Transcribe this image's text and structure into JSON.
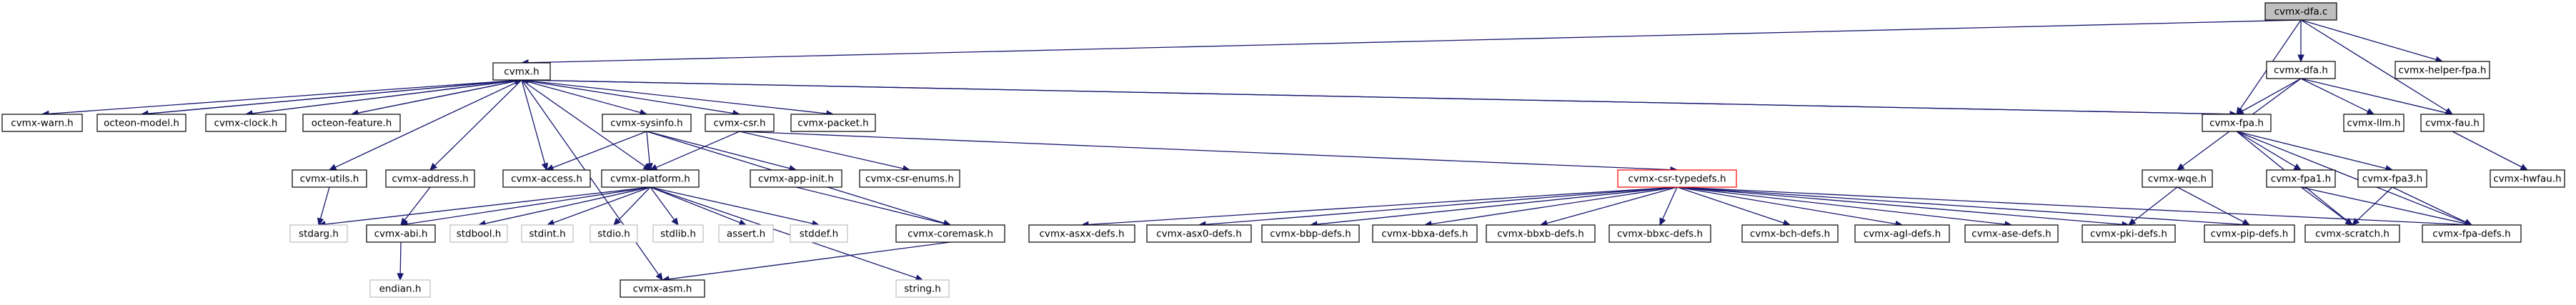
{
  "graph": {
    "nodes": {
      "dfa_c": "cvmx-dfa.c",
      "cvmx_h": "cvmx.h",
      "dfa_h": "cvmx-dfa.h",
      "helper_fpa": "cvmx-helper-fpa.h",
      "warn": "cvmx-warn.h",
      "octeon_model": "octeon-model.h",
      "clock": "cvmx-clock.h",
      "octeon_feature": "octeon-feature.h",
      "sysinfo": "cvmx-sysinfo.h",
      "csr": "cvmx-csr.h",
      "packet": "cvmx-packet.h",
      "fpa": "cvmx-fpa.h",
      "llm": "cvmx-llm.h",
      "fau": "cvmx-fau.h",
      "utils": "cvmx-utils.h",
      "address": "cvmx-address.h",
      "access": "cvmx-access.h",
      "platform": "cvmx-platform.h",
      "app_init": "cvmx-app-init.h",
      "csr_enums": "cvmx-csr-enums.h",
      "csr_typedefs": "cvmx-csr-typedefs.h",
      "wqe": "cvmx-wqe.h",
      "fpa1": "cvmx-fpa1.h",
      "fpa3": "cvmx-fpa3.h",
      "hwfau": "cvmx-hwfau.h",
      "stdarg": "stdarg.h",
      "abi": "cvmx-abi.h",
      "stdbool": "stdbool.h",
      "stdint": "stdint.h",
      "stdio": "stdio.h",
      "stdlib": "stdlib.h",
      "assert": "assert.h",
      "stddef": "stddef.h",
      "coremask": "cvmx-coremask.h",
      "asxx": "cvmx-asxx-defs.h",
      "asx0": "cvmx-asx0-defs.h",
      "bbp": "cvmx-bbp-defs.h",
      "bbxa": "cvmx-bbxa-defs.h",
      "bbxb": "cvmx-bbxb-defs.h",
      "bbxc": "cvmx-bbxc-defs.h",
      "bch": "cvmx-bch-defs.h",
      "agl": "cvmx-agl-defs.h",
      "ase": "cvmx-ase-defs.h",
      "pki": "cvmx-pki-defs.h",
      "pip": "cvmx-pip-defs.h",
      "scratch": "cvmx-scratch.h",
      "fpa_defs": "cvmx-fpa-defs.h",
      "endian": "endian.h",
      "asm": "cvmx-asm.h",
      "string": "string.h"
    }
  }
}
